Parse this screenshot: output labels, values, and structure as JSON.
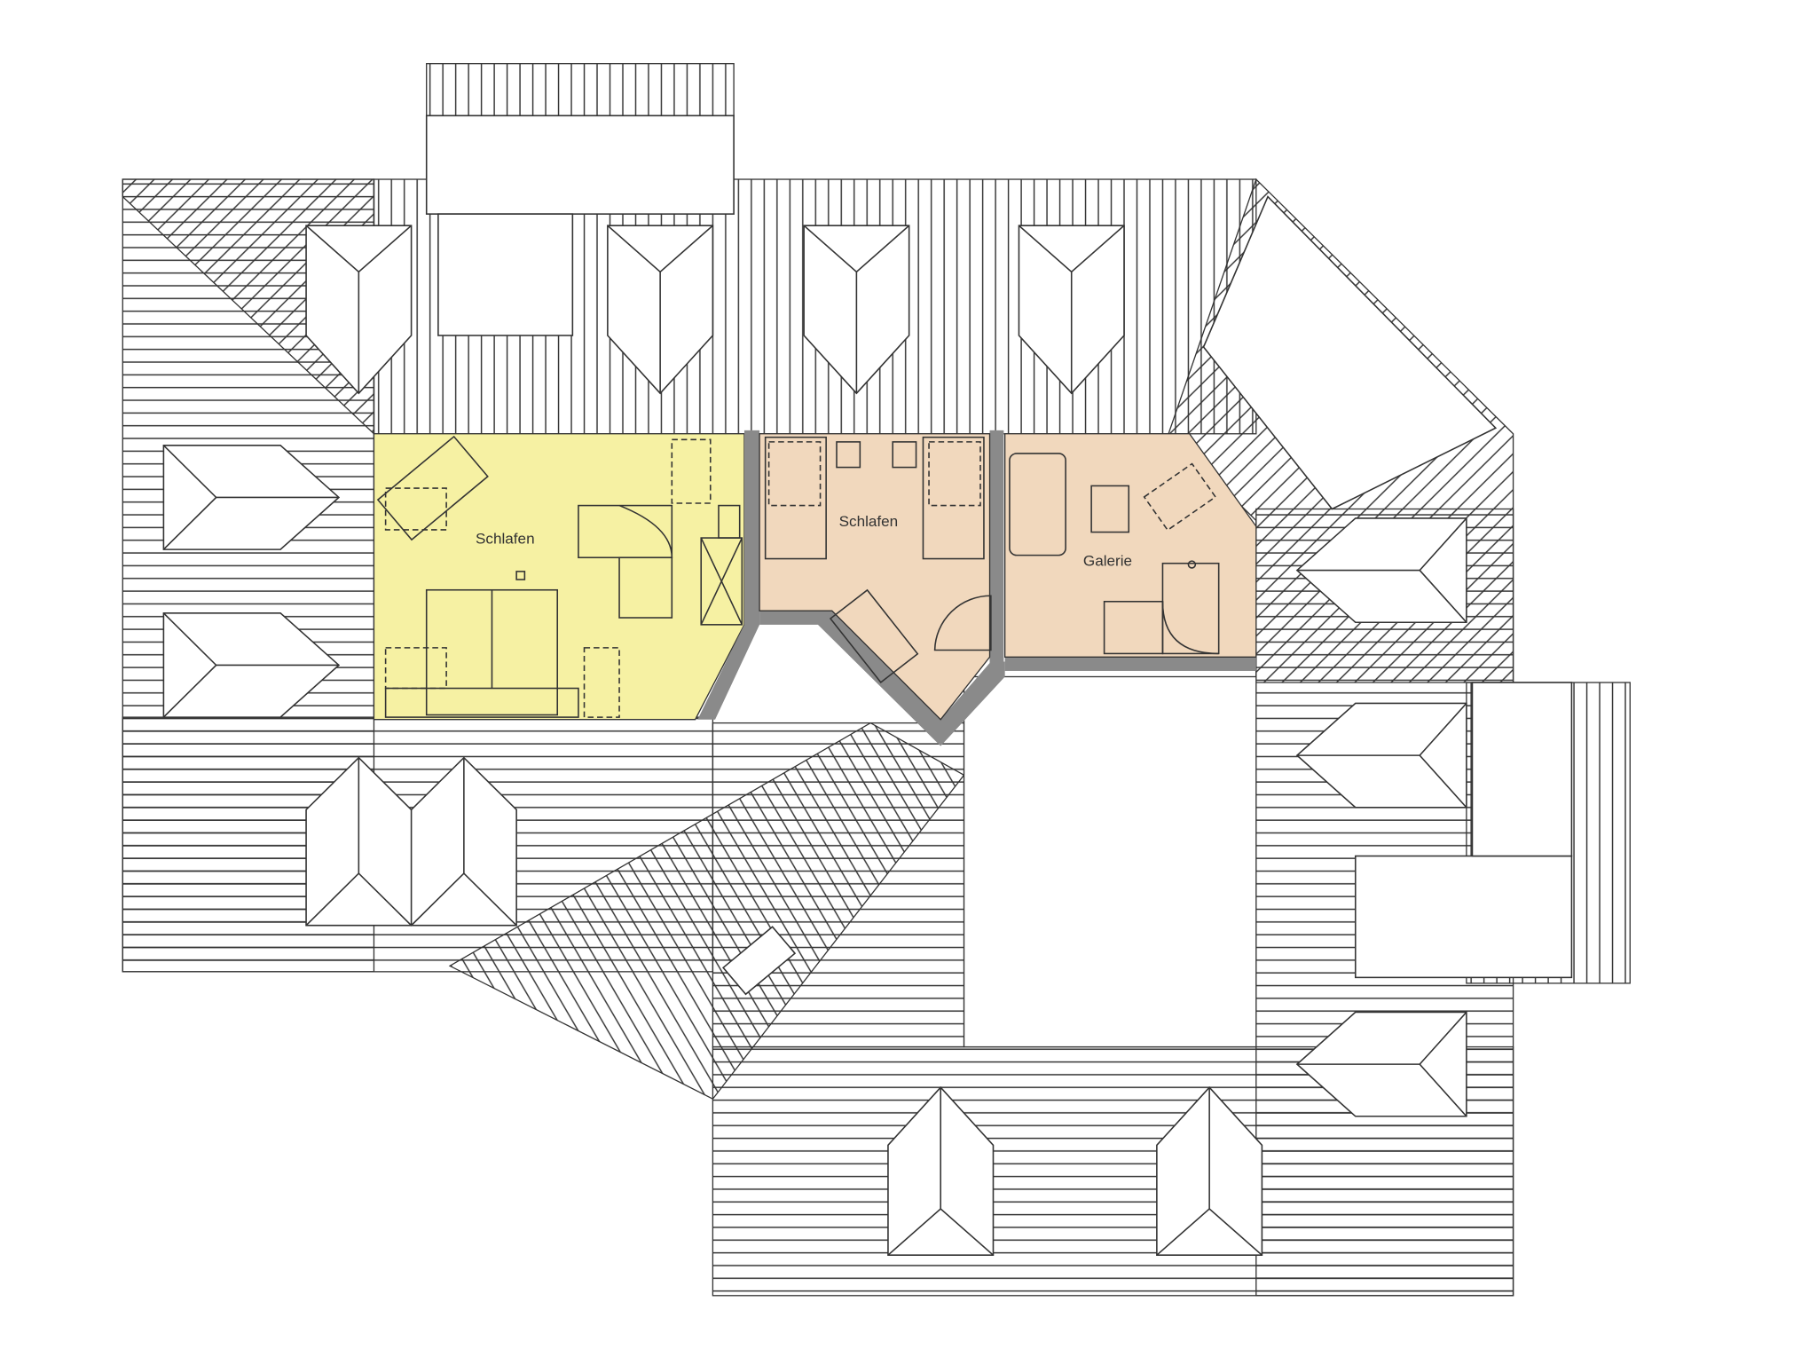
{
  "title": "Dachgeschoss Grundriss",
  "colors": {
    "room_yellow": "#f6f1a3",
    "room_tan": "#f1d8bd",
    "wall": "#8a8a8a",
    "line": "#333333"
  },
  "rooms": [
    {
      "id": "schlafen-1",
      "label": "Schlafen"
    },
    {
      "id": "schlafen-2",
      "label": "Schlafen"
    },
    {
      "id": "galerie",
      "label": "Galerie"
    }
  ]
}
